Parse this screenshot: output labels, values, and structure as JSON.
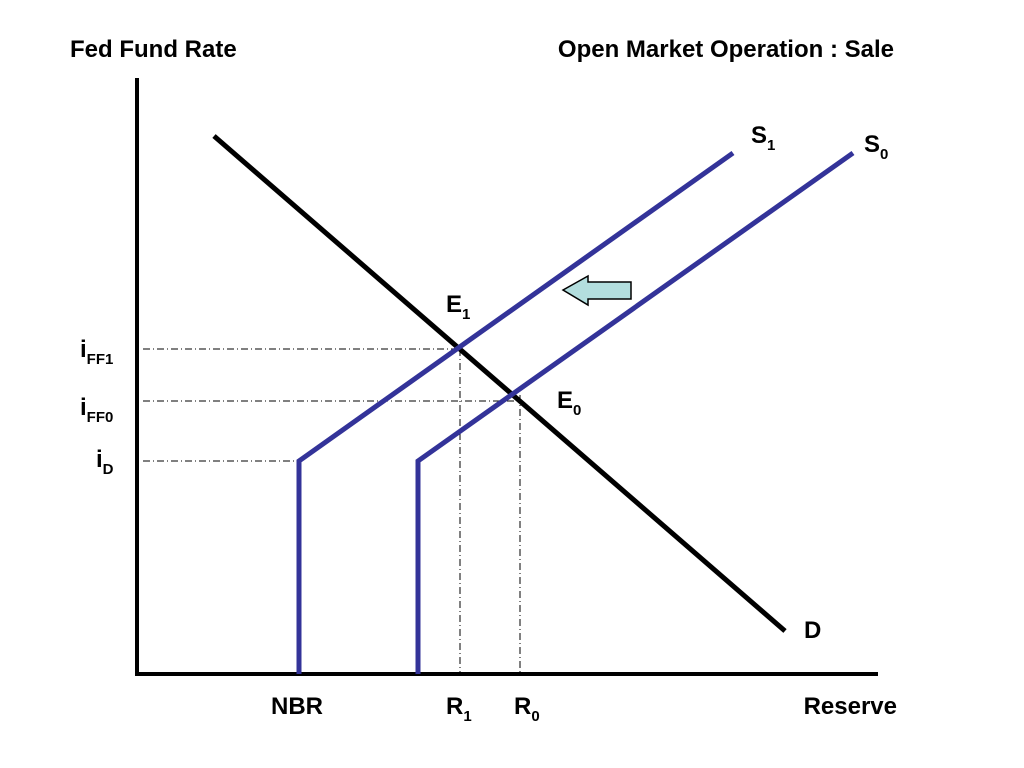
{
  "title": "Open Market Operation : Sale",
  "y_axis_label": "Fed Fund Rate",
  "x_axis_label": "Reserve",
  "curves": {
    "demand": {
      "label": "D"
    },
    "supply_new": {
      "label_main": "S",
      "label_sub": "1"
    },
    "supply_old": {
      "label_main": "S",
      "label_sub": "0"
    }
  },
  "points": {
    "e1": {
      "main": "E",
      "sub": "1"
    },
    "e0": {
      "main": "E",
      "sub": "0"
    }
  },
  "y_ticks": {
    "iff1": {
      "main": "i",
      "sub": "FF1"
    },
    "iff0": {
      "main": "i",
      "sub": "FF0"
    },
    "id": {
      "main": "i",
      "sub": "D"
    }
  },
  "x_ticks": {
    "nbr": {
      "main": "NBR"
    },
    "r1": {
      "main": "R",
      "sub": "1"
    },
    "r0": {
      "main": "R",
      "sub": "0"
    }
  },
  "colors": {
    "supply": "#333399",
    "demand": "#000000",
    "arrow_fill": "#b3dede",
    "arrow_stroke": "#000000"
  },
  "shift_arrow": {
    "icon": "left-arrow-icon",
    "direction": "left"
  }
}
